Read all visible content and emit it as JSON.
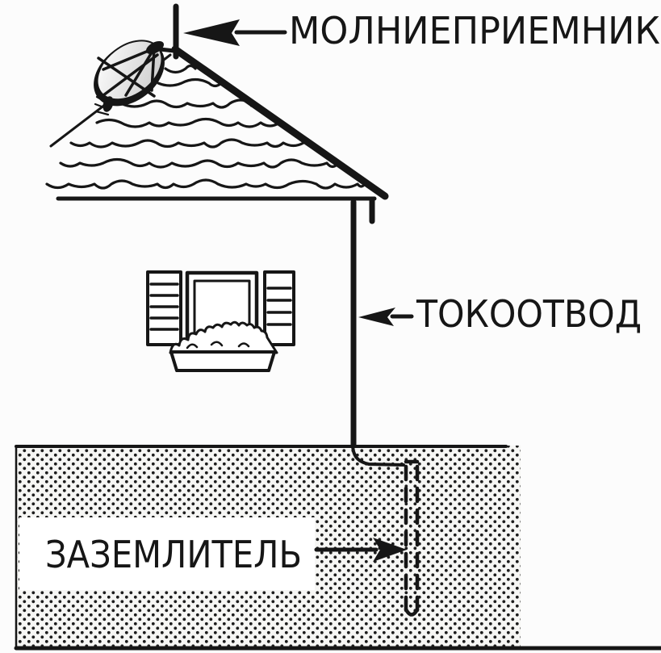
{
  "diagram": {
    "type": "lightning-protection-scheme",
    "labels": {
      "air_terminal": "МОЛНИЕПРИЕМНИК",
      "down_conductor": "ТОКООТВОД",
      "ground_electrode": "ЗАЗЕМЛИТЕЛЬ"
    },
    "elements": {
      "air_terminal": "lightning rod on roof peak",
      "down_conductor": "vertical conductor along right wall into ground",
      "ground_electrode": "dashed buried rod in soil",
      "decorations": [
        "satellite-dish",
        "window-with-shutters",
        "flower-box",
        "thatched-roof-waves",
        "stippled-ground"
      ]
    }
  },
  "colors": {
    "line": "#161616",
    "background": "#fcfcfc",
    "ground_bg": "#f6f6f4",
    "dot": "#1c1c1c"
  }
}
